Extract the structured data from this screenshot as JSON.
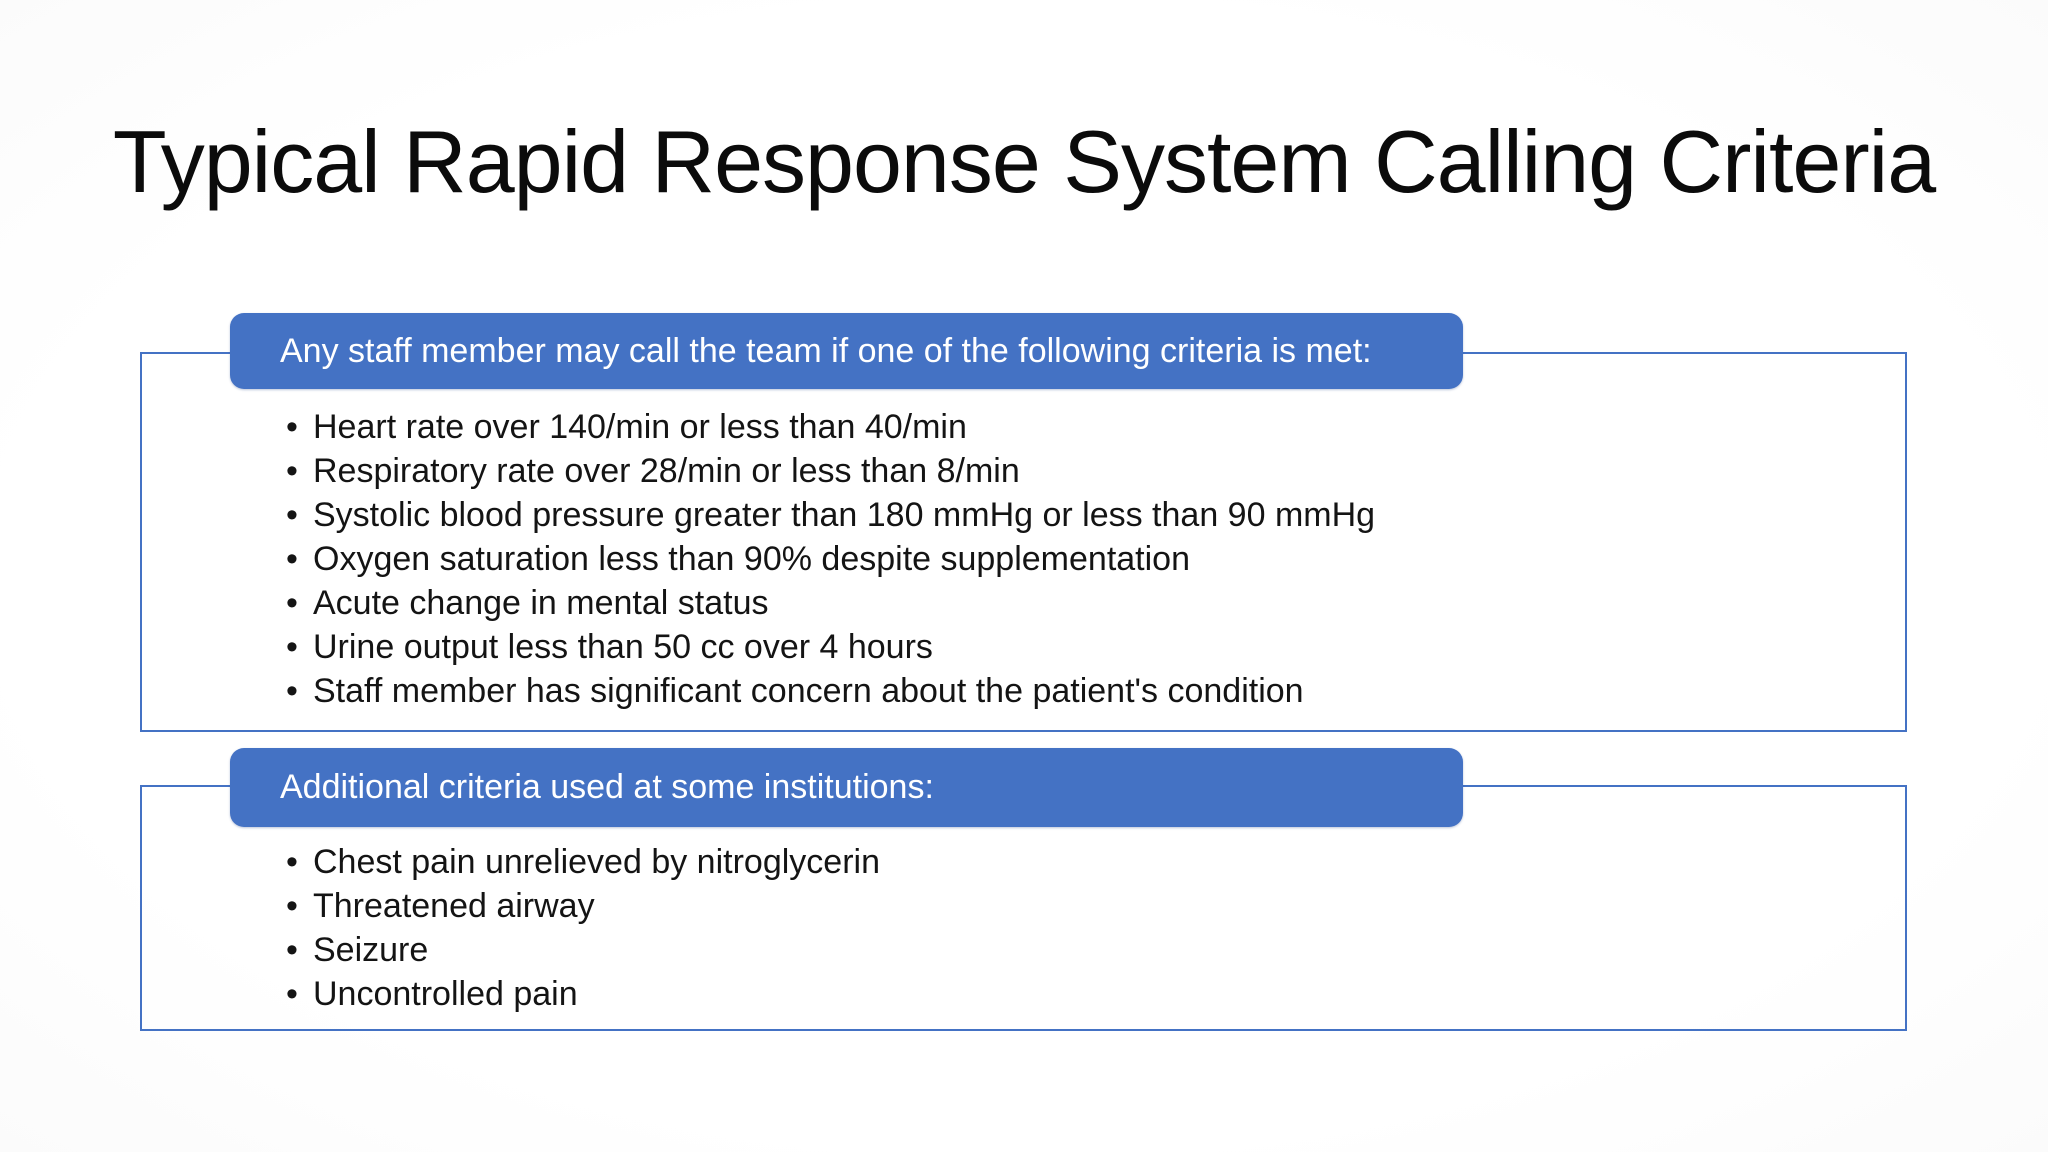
{
  "slide": {
    "title": "Typical Rapid Response System Calling Criteria",
    "accent_color": "#4472C4",
    "background_color": "#FFFFFF",
    "sections": [
      {
        "header": "Any staff member may call the team if one of the following criteria is met:",
        "bullets": [
          "Heart rate over 140/min or less than 40/min",
          "Respiratory rate over 28/min or less than 8/min",
          "Systolic blood pressure greater than 180 mmHg or less than 90 mmHg",
          "Oxygen saturation less than 90% despite supplementation",
          "Acute change in mental status",
          "Urine output less than 50 cc over 4 hours",
          "Staff member has significant concern about the patient's condition"
        ]
      },
      {
        "header": "Additional criteria used at some institutions:",
        "bullets": [
          "Chest pain unrelieved by nitroglycerin",
          "Threatened airway",
          "Seizure",
          "Uncontrolled pain"
        ]
      }
    ]
  }
}
